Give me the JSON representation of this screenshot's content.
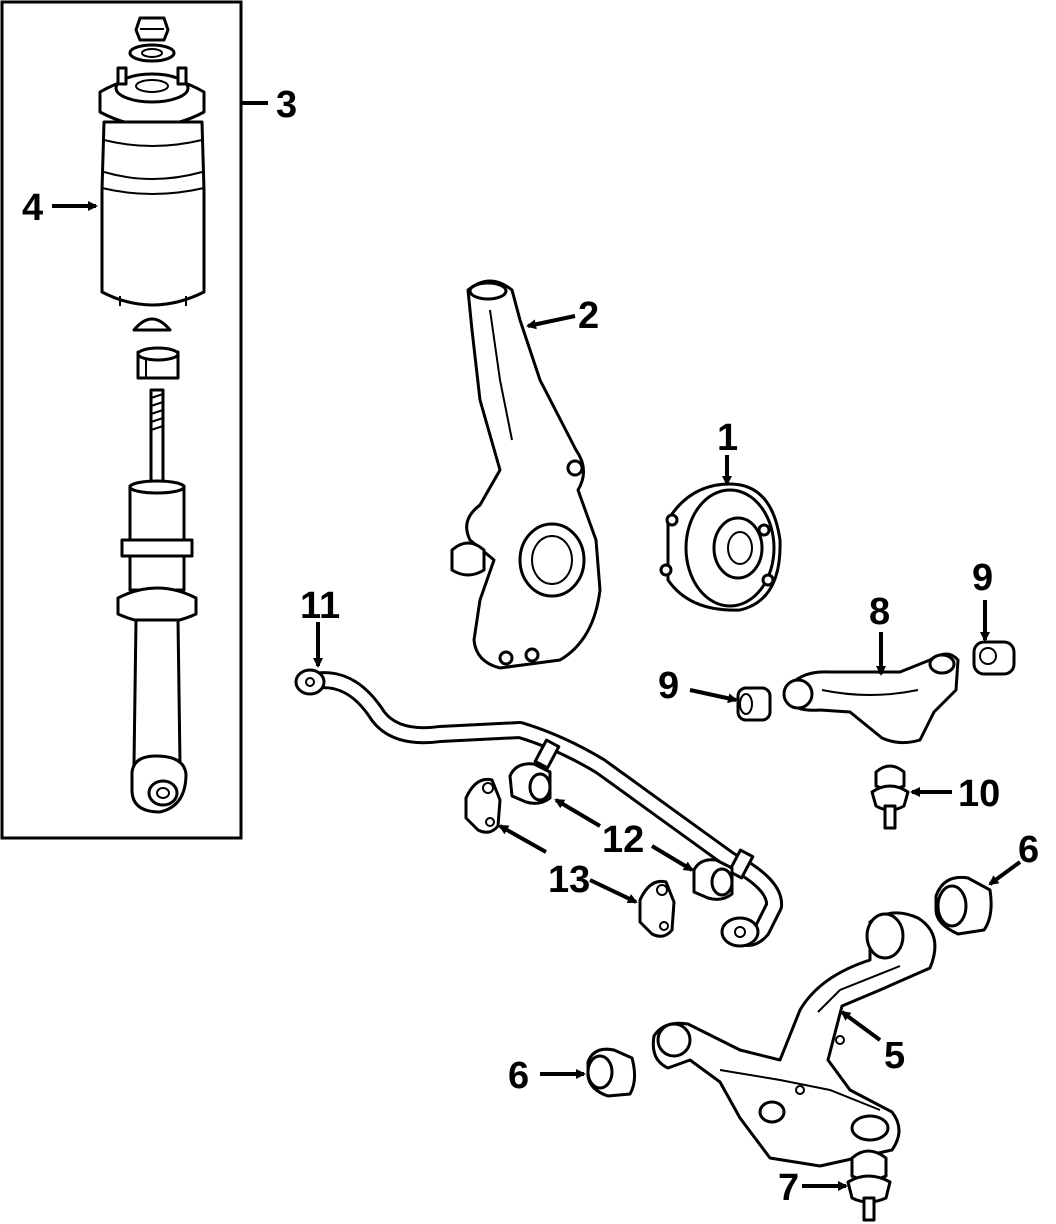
{
  "callouts": {
    "c1": "1",
    "c2": "2",
    "c3": "3",
    "c4": "4",
    "c5": "5",
    "c6a": "6",
    "c6b": "6",
    "c7": "7",
    "c8": "8",
    "c9a": "9",
    "c9b": "9",
    "c10": "10",
    "c11": "11",
    "c12": "12",
    "c13": "13"
  }
}
